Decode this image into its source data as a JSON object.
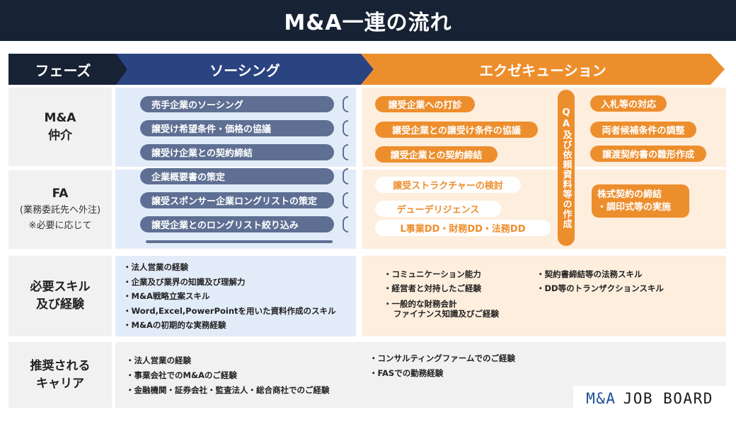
{
  "title": "M&A一連の流れ",
  "phases": {
    "label": "フェーズ",
    "sourcing": "ソーシング",
    "execution": "エクゼキューション"
  },
  "rows": {
    "ma": {
      "label": "M&A\n仲介"
    },
    "fa": {
      "label": "FA",
      "sub1": "(業務委託先へ外注)",
      "sub2": "※必要に応じて"
    },
    "skills": {
      "label": "必要スキル\n及び経験"
    },
    "career": {
      "label": "推奨される\nキャリア"
    }
  },
  "sourcing_steps": [
    "売手企業のソーシング",
    "譲受け希望条件・価格の協議",
    "譲受け企業との契約締結",
    "企業概要書の策定",
    "譲受スポンサー企業ロングリストの策定",
    "譲受企業とのロングリスト絞り込み"
  ],
  "exec_ma_steps": [
    "譲受企業への打診",
    "譲受企業との譲受け条件の協議",
    "譲受企業との契約締結"
  ],
  "qa_label": "QA及び依頼資料等の作成",
  "exec_right_steps": [
    "入札等の対応",
    "両者候補条件の調整",
    "譲渡契約書の雛形作成"
  ],
  "exec_fa_steps": [
    "譲受ストラクチャーの検討",
    "デューデリジェンス",
    "L事業DD・財務DD・法務DD"
  ],
  "closing": {
    "line1": "株式契約の締結",
    "line2": "・調印式等の実施"
  },
  "skills_sourcing": [
    "法人営業の経験",
    "企業及び業界の知識及び理解力",
    "M&A戦略立案スキル",
    "Word,Excel,PowerPointを用いた資料作成のスキル",
    "M&Aの初期的な実務経験"
  ],
  "skills_exec_left": [
    "コミュニケーション能力",
    "経営者と対持したご経験"
  ],
  "skills_exec_multi": {
    "line1": "・一般的な財務会計",
    "line2": "ファイナンス知識及びご経験"
  },
  "skills_exec_right": [
    "契約書締結等の法務スキル",
    "DD等のトランザクションスキル"
  ],
  "career_sourcing": [
    "法人営業の経験",
    "事業会社でのM&Aのご経験",
    "金融機関・証券会社・監査法人・総合商社でのご経験"
  ],
  "career_exec": [
    "コンサルティングファームでのご経験",
    "FASでの勤務経験"
  ],
  "logo": {
    "ma": "M&A",
    "jobboard": "JOB BOARD"
  }
}
